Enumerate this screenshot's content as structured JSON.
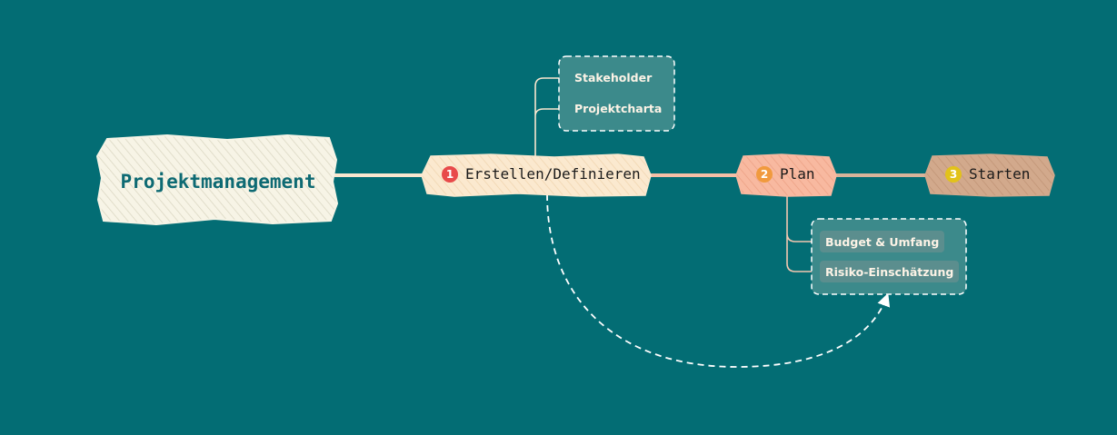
{
  "central": {
    "title": "Projektmanagement"
  },
  "topics": [
    {
      "label": "Erstellen/Definieren",
      "number": "1",
      "badge_color": "#e84a4a",
      "fill": "#fbe9cf"
    },
    {
      "label": "Plan",
      "number": "2",
      "badge_color": "#f19a3e",
      "fill": "#f8b9a0"
    },
    {
      "label": "Starten",
      "number": "3",
      "badge_color": "#e2c21a",
      "fill": "#d2a98c"
    }
  ],
  "subtopics_create": [
    "Stakeholder",
    "Projektcharta"
  ],
  "subtopics_plan": [
    "Budget & Umfang",
    "Risiko-Einschätzung"
  ],
  "colors": {
    "background": "#036d74",
    "central_fill": "#f7f4e6",
    "central_text": "#0e6a73",
    "connector": "#fbe7cf",
    "dashed": "#ffffff",
    "subgroup_fill": "#3c8a8b"
  }
}
